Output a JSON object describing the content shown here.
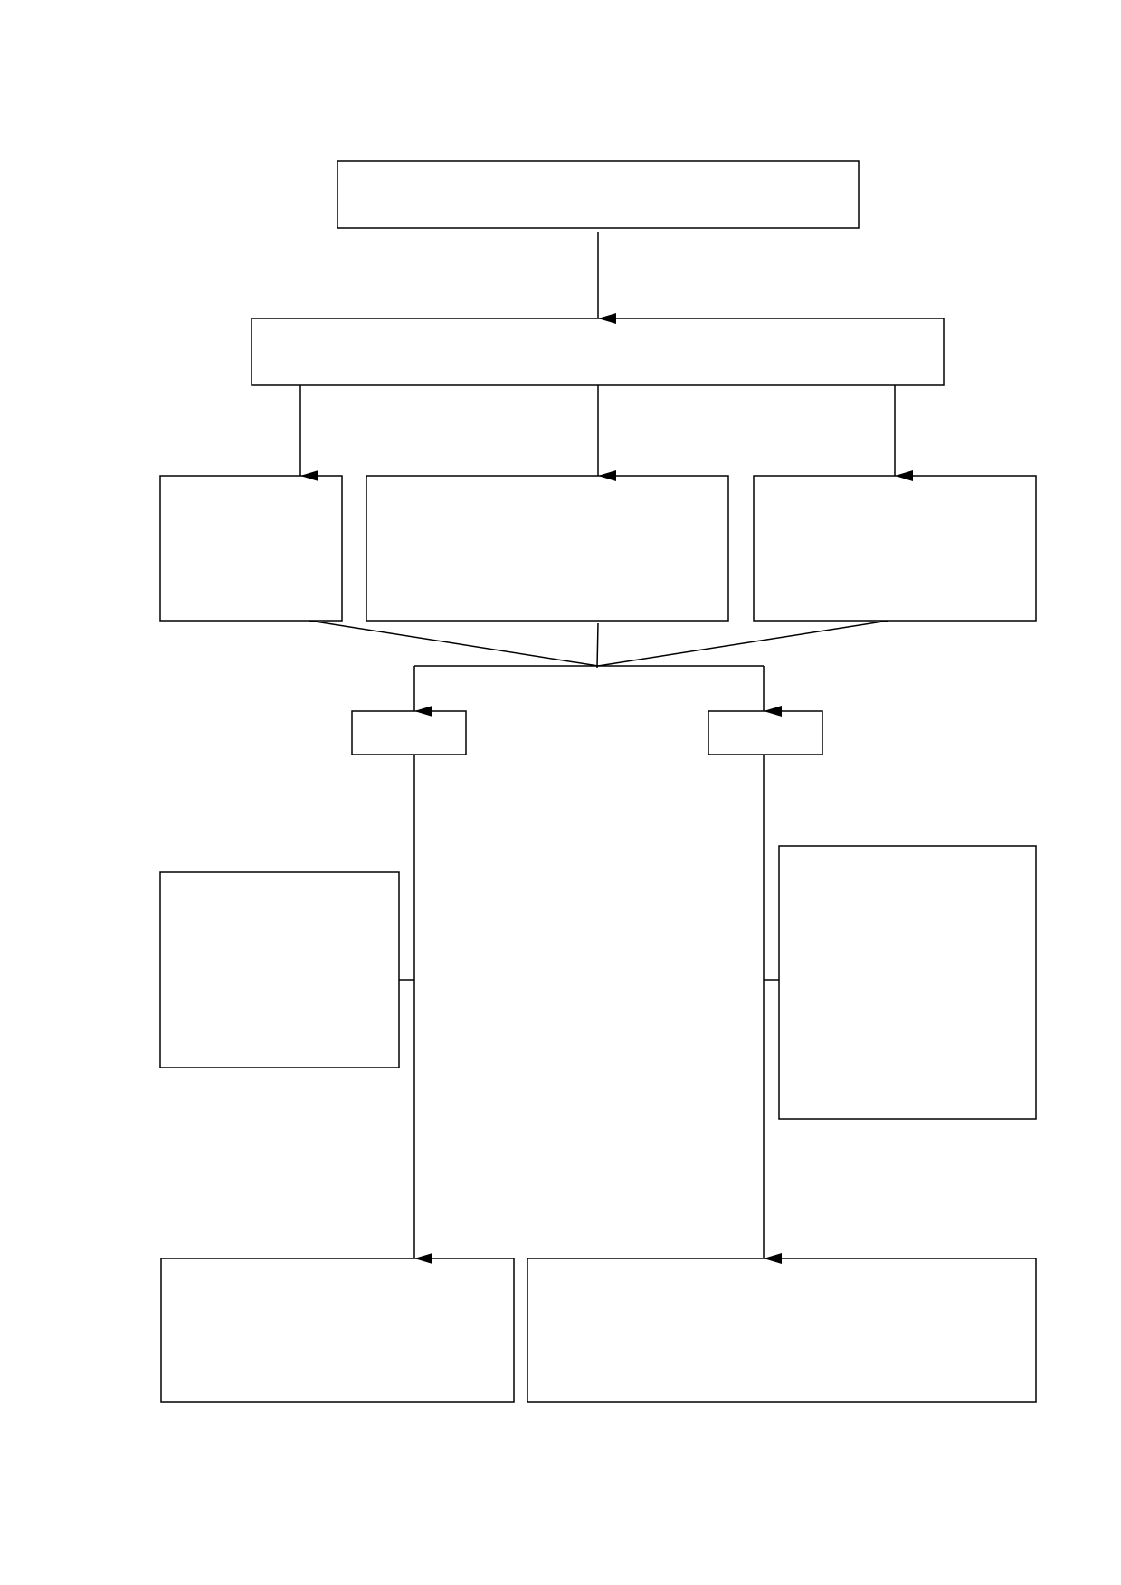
{
  "diagram": {
    "boxes": [
      {
        "id": "top",
        "label": ""
      },
      {
        "id": "second",
        "label": ""
      },
      {
        "id": "mid-left",
        "label": ""
      },
      {
        "id": "mid-center",
        "label": ""
      },
      {
        "id": "mid-right",
        "label": ""
      },
      {
        "id": "branch-left",
        "label": ""
      },
      {
        "id": "branch-right",
        "label": ""
      },
      {
        "id": "side-left",
        "label": ""
      },
      {
        "id": "side-right",
        "label": ""
      },
      {
        "id": "bottom-left",
        "label": ""
      },
      {
        "id": "bottom-right",
        "label": ""
      }
    ],
    "colors": {
      "stroke": "#000000",
      "fill": "#ffffff",
      "background": "#ffffff"
    }
  }
}
